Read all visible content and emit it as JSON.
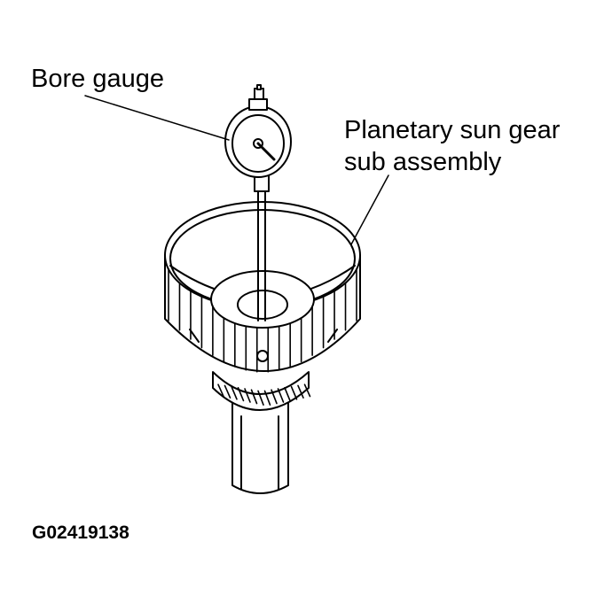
{
  "labels": {
    "bore_gauge": "Bore gauge",
    "sun_gear_line1": "Planetary sun gear",
    "sun_gear_line2": "sub assembly"
  },
  "figure_code": "G02419138",
  "colors": {
    "line": "#000000",
    "background": "#ffffff"
  }
}
